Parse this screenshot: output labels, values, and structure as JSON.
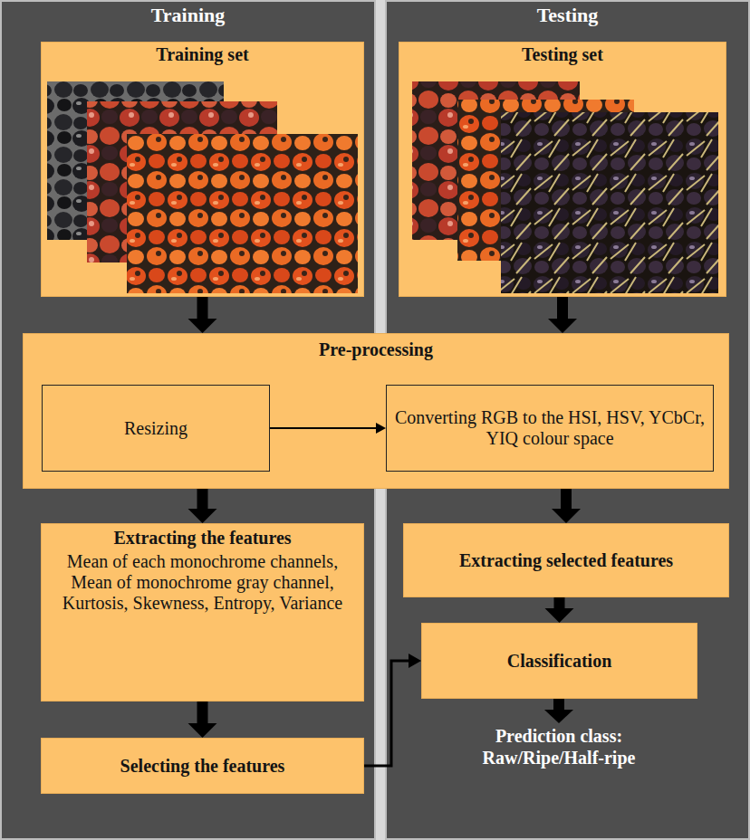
{
  "diagram": {
    "nodes": [
      {
        "text": [
          "Training"
        ]
      },
      {
        "text": [
          "Testing"
        ]
      },
      {
        "text": [
          "Training set"
        ],
        "in": 0
      },
      {
        "text": [
          "Testing set"
        ],
        "in": 1
      },
      {
        "text": [
          "Pre-processing"
        ]
      },
      {
        "text": [
          "Resizing"
        ],
        "in": 4
      },
      {
        "text": [
          "Converting RGB to the HSI, HSV, YCbCr, YIQ colour space"
        ],
        "in": 4
      },
      {
        "text": [
          "Extracting the features",
          "Mean of each monochrome channels, Mean of monochrome gray channel, Kurtosis, Skewness, Entropy, Variance"
        ],
        "in": 0
      },
      {
        "text": [
          "Selecting the features"
        ],
        "in": 0
      },
      {
        "text": [
          "Extracting selected features"
        ],
        "in": 1
      },
      {
        "text": [
          "Classification"
        ],
        "in": 1
      }
    ],
    "edges": [
      {
        "from": 2,
        "to": 4,
        "arrow": "to"
      },
      {
        "from": 3,
        "to": 4,
        "arrow": "to"
      },
      {
        "from": 5,
        "to": 6,
        "arrow": "to"
      },
      {
        "from": 4,
        "to": 7,
        "arrow": "to"
      },
      {
        "from": 4,
        "to": 9,
        "arrow": "to"
      },
      {
        "from": 7,
        "to": 8,
        "arrow": "to"
      },
      {
        "from": 8,
        "to": 10,
        "arrow": "to"
      },
      {
        "from": 9,
        "to": 10,
        "arrow": "to"
      }
    ],
    "labels": [
      "Prediction class: Raw/Ripe/Half-ripe"
    ]
  }
}
